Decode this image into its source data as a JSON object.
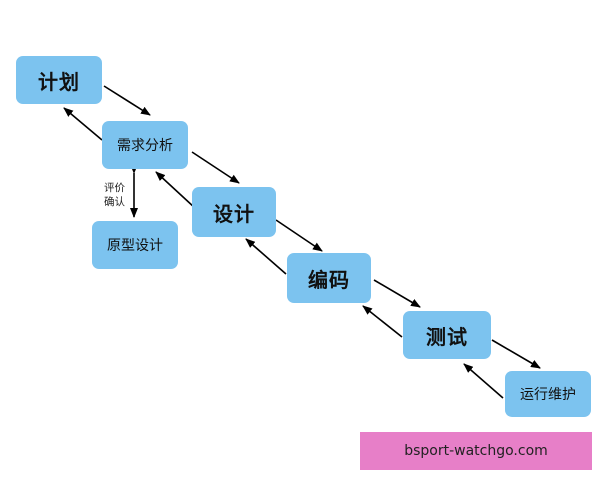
{
  "nodes": {
    "plan": "计划",
    "requirements": "需求分析",
    "prototype": "原型设计",
    "design": "设计",
    "coding": "编码",
    "testing": "测试",
    "operations": "运行维护"
  },
  "edge_label": {
    "line1": "评价",
    "line2": "确认"
  },
  "watermark": "bsport-watchgo.com",
  "colors": {
    "node_fill": "#7cc3ef",
    "banner_fill": "#e77fc8",
    "arrow": "#000000"
  }
}
